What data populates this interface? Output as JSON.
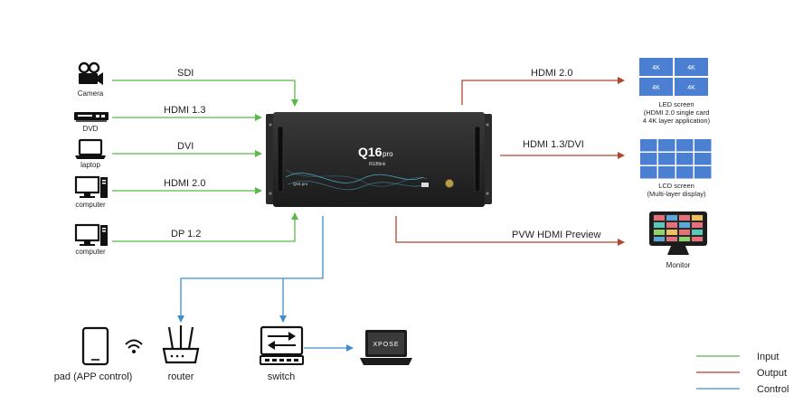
{
  "inputs": [
    {
      "device": "Camera",
      "signal": "SDI"
    },
    {
      "device": "DVD",
      "signal": "HDMI 1.3"
    },
    {
      "device": "laptop",
      "signal": "DVI"
    },
    {
      "device": "computer",
      "signal": "HDMI 2.0"
    },
    {
      "device": "computer",
      "signal": "DP 1.2"
    }
  ],
  "processor": {
    "model": "Q16",
    "model_suffix": "pro",
    "brand": "RGBlink",
    "front_badge": "Q16 pro"
  },
  "outputs": [
    {
      "signal": "HDMI 2.0",
      "device_lines": [
        "LED screen",
        "(HDMI 2.0 single card",
        "4 4K layer application)"
      ],
      "tiles": [
        "4K",
        "4K",
        "4K",
        "4K"
      ]
    },
    {
      "signal": "HDMI 1.3/DVI",
      "device_lines": [
        "LCD screen",
        "(Multi-layer display)"
      ]
    },
    {
      "signal": "PVW HDMI Preview",
      "device_lines": [
        "Monitor"
      ]
    }
  ],
  "control": {
    "pad_label": "pad (APP control)",
    "router_label": "router",
    "switch_label": "switch",
    "laptop_screen_text": "XPOSE"
  },
  "legend": [
    {
      "label": "Input",
      "color": "#5bb94a"
    },
    {
      "label": "Output",
      "color": "#b5432f"
    },
    {
      "label": "Control",
      "color": "#3f8fce"
    }
  ],
  "colors": {
    "input": "#5bb94a",
    "output": "#b5432f",
    "control": "#3f8fce",
    "screen_blue": "#4a7fd1"
  },
  "icons": [
    "camera-icon",
    "dvd-icon",
    "laptop-icon",
    "computer-icon",
    "led-screen-icon",
    "lcd-wall-icon",
    "monitor-icon",
    "tablet-icon",
    "wifi-icon",
    "router-icon",
    "switch-icon",
    "laptop-icon"
  ]
}
